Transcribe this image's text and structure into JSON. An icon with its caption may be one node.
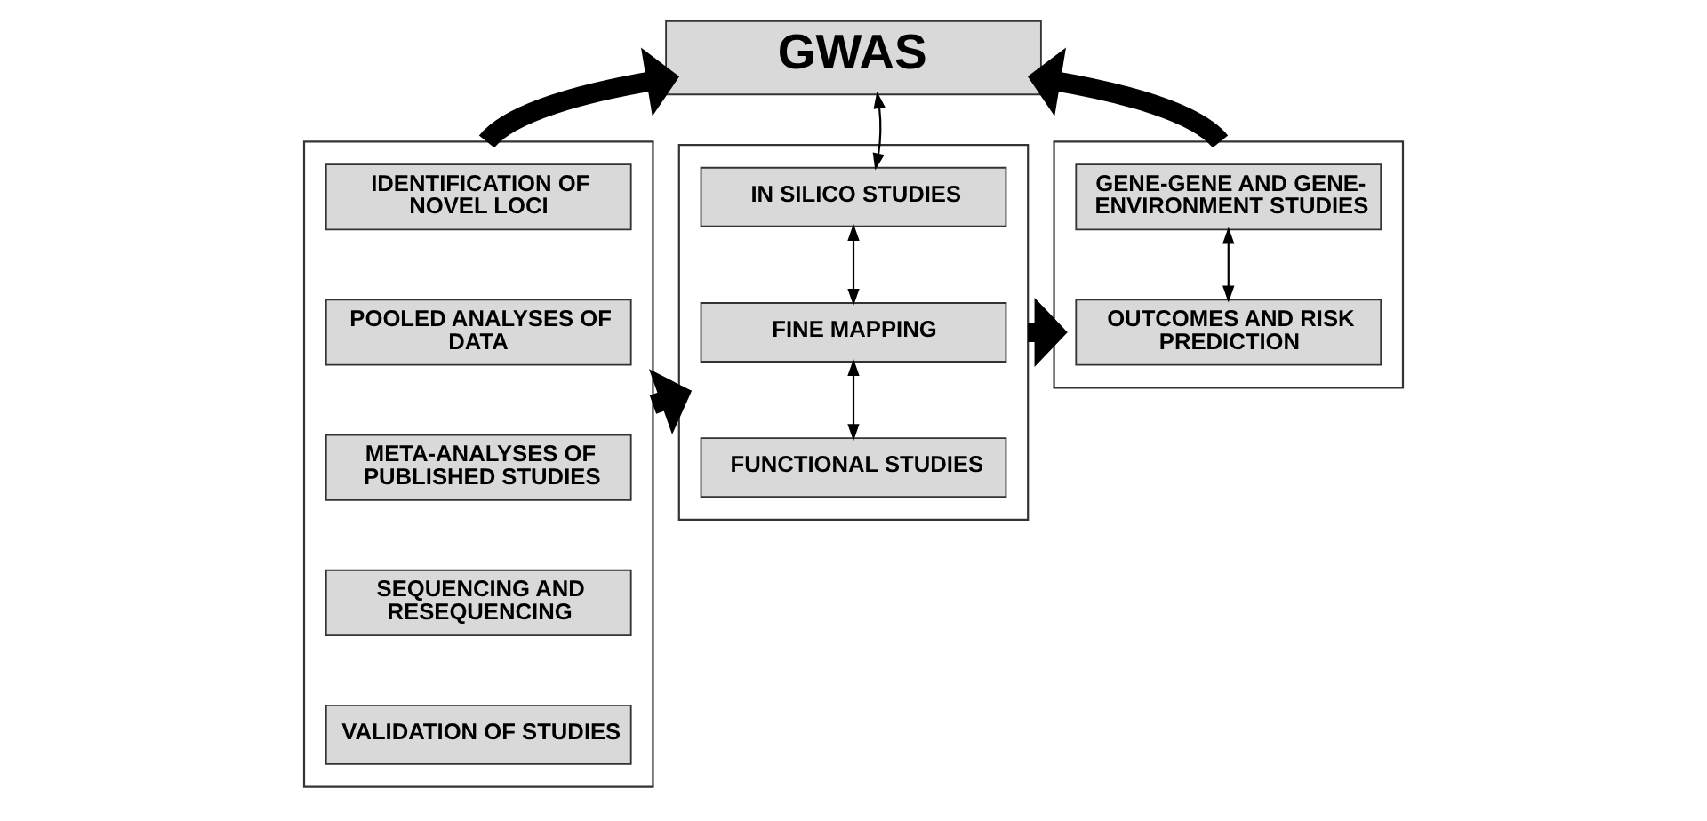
{
  "diagram": {
    "nodes": [
      {
        "text": [
          "GWAS"
        ]
      },
      {
        "text": [],
        "shape": "box"
      },
      {
        "text": [
          "IDENTIFICATION OF NOVEL LOCI"
        ],
        "in": 1
      },
      {
        "text": [
          "POOLED ANALYSES OF DATA"
        ],
        "in": 1
      },
      {
        "text": [
          "META-ANALYSES OF PUBLISHED STUDIES"
        ],
        "in": 1
      },
      {
        "text": [
          "SEQUENCING AND RESEQUENCING"
        ],
        "in": 1
      },
      {
        "text": [
          "VALIDATION OF STUDIES"
        ],
        "in": 1
      },
      {
        "text": [],
        "shape": "box"
      },
      {
        "text": [
          "IN SILICO STUDIES"
        ],
        "in": 7
      },
      {
        "text": [
          "FINE MAPPING"
        ],
        "in": 7
      },
      {
        "text": [
          "FUNCTIONAL STUDIES"
        ],
        "in": 7
      },
      {
        "text": [],
        "shape": "box"
      },
      {
        "text": [
          "GENE-GENE AND GENE-ENVIRONMENT STUDIES"
        ],
        "in": 11
      },
      {
        "text": [
          "OUTCOMES AND RISK PREDICTION"
        ],
        "in": 11
      }
    ],
    "edges": [
      {
        "from": 1,
        "to": 0,
        "arrow": "to",
        "style": "thick"
      },
      {
        "from": 11,
        "to": 0,
        "arrow": "to",
        "style": "thick"
      },
      {
        "from": 0,
        "to": 8,
        "arrow": "both"
      },
      {
        "from": 1,
        "to": 7,
        "arrow": "to",
        "style": "thick"
      },
      {
        "from": 8,
        "to": 9,
        "arrow": "both"
      },
      {
        "from": 9,
        "to": 10,
        "arrow": "both"
      },
      {
        "from": 7,
        "to": 11,
        "arrow": "to",
        "style": "thick"
      },
      {
        "from": 12,
        "to": 13,
        "arrow": "both"
      }
    ]
  }
}
